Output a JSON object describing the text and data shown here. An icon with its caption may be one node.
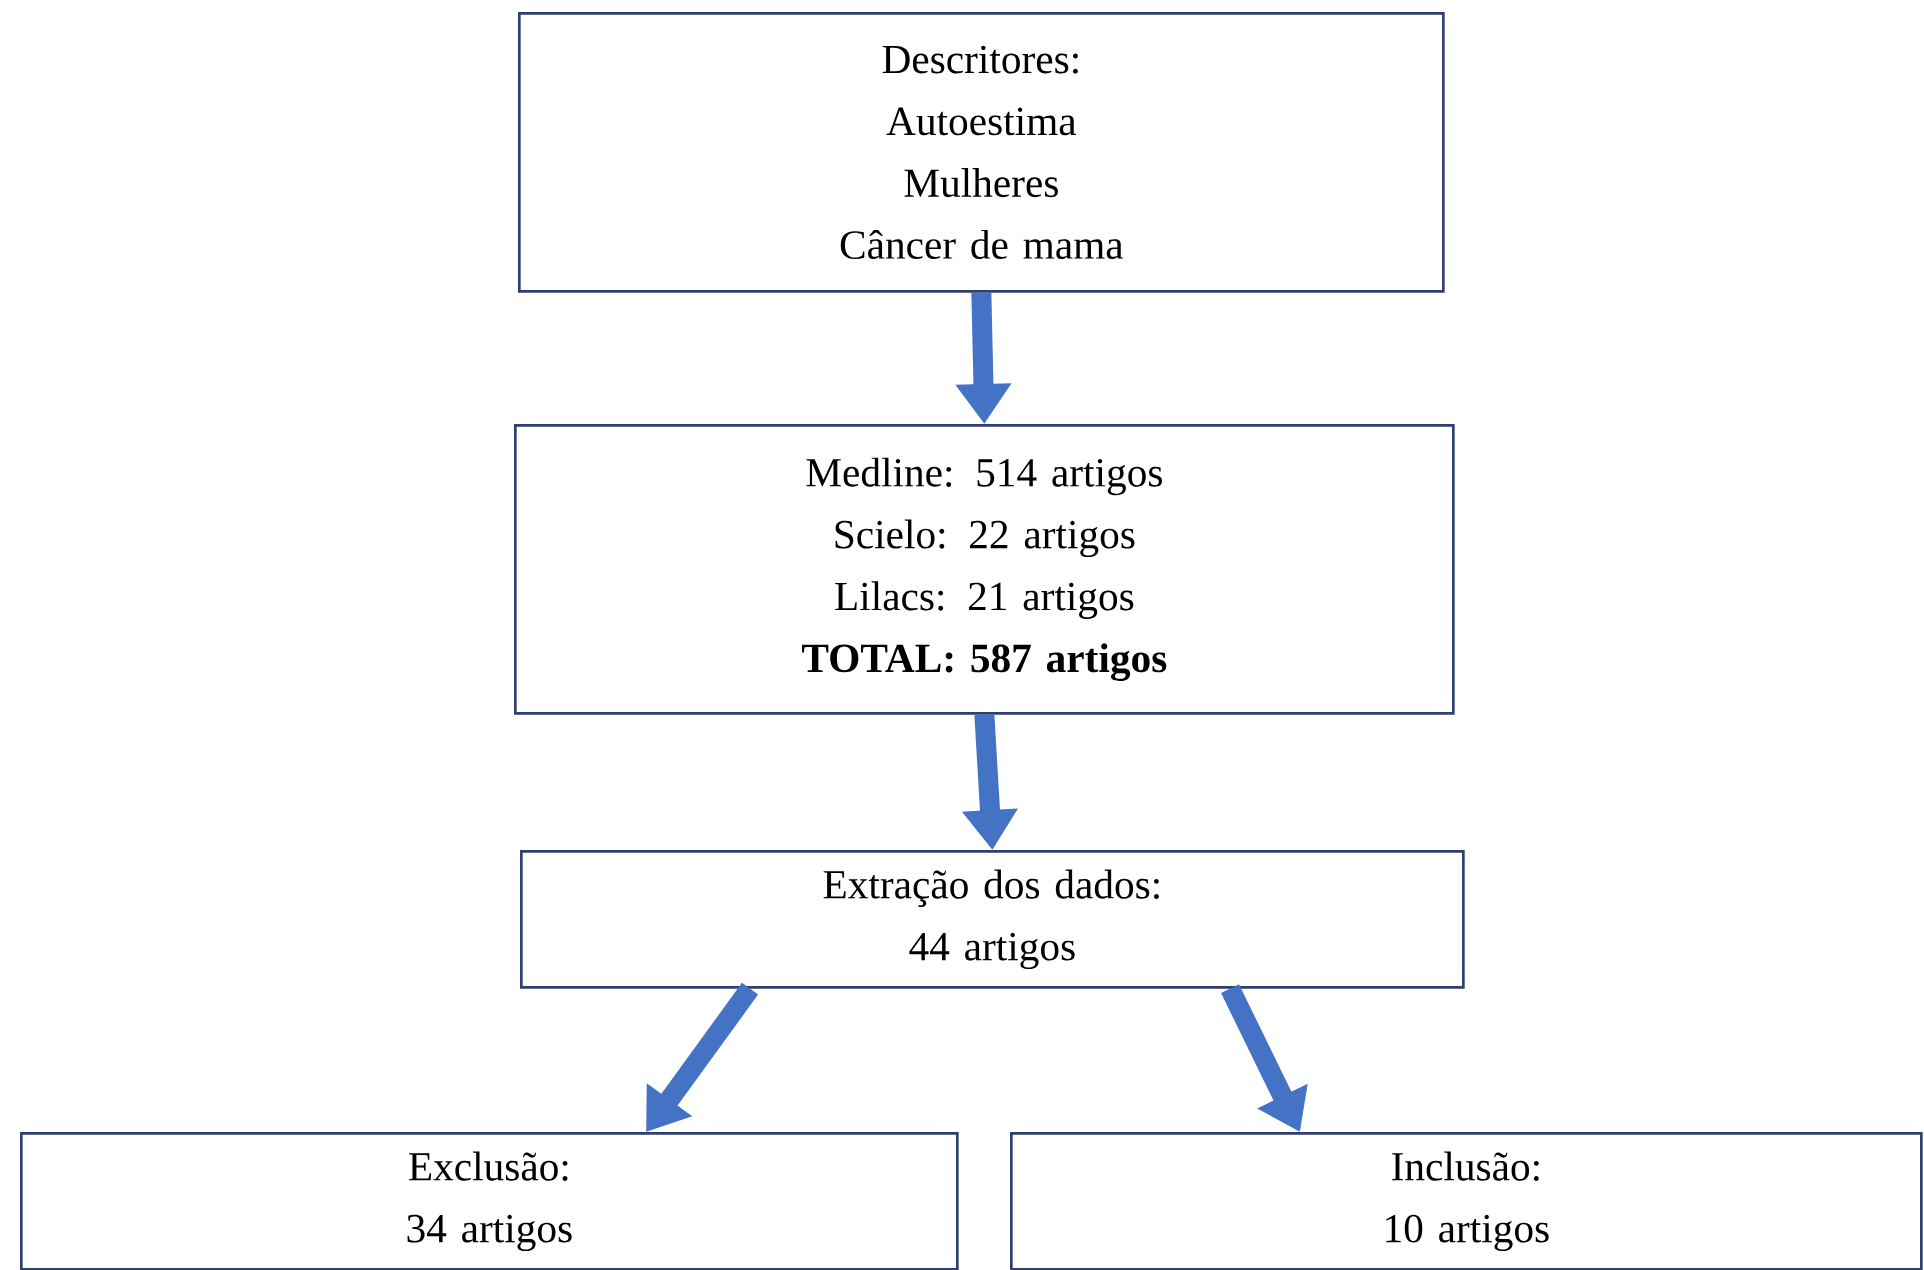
{
  "diagram": {
    "nodes": [
      {
        "text": [
          "Descritores:",
          "Autoestima",
          "Mulheres",
          "Câncer de mama"
        ]
      },
      {
        "text": [
          "Medline: 514 artigos",
          "Scielo: 22 artigos",
          "Lilacs: 21 artigos",
          "TOTAL: 587 artigos"
        ]
      },
      {
        "text": [
          "Extração dos dados:",
          "44 artigos"
        ]
      },
      {
        "text": [
          "Exclusão:",
          "34 artigos"
        ]
      },
      {
        "text": [
          "Inclusão:",
          "10 artigos"
        ]
      }
    ],
    "edges": [
      {
        "from": 0,
        "to": 1,
        "arrow": "to"
      },
      {
        "from": 1,
        "to": 2,
        "arrow": "to"
      },
      {
        "from": 2,
        "to": 3,
        "arrow": "to"
      },
      {
        "from": 2,
        "to": 4,
        "arrow": "to"
      }
    ]
  }
}
